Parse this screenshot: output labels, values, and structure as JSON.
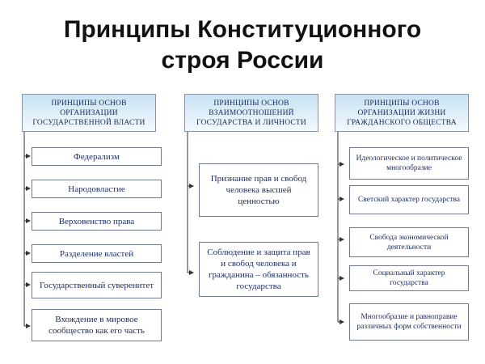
{
  "title": {
    "line1": "Принципы Конституционного",
    "line2": "строя России"
  },
  "columns": [
    {
      "header": "ПРИНЦИПЫ ОСНОВ ОРГАНИЗАЦИИ ГОСУДАРСТВЕННОЙ ВЛАСТИ",
      "items": [
        "Федерализм",
        "Народовластие",
        "Верховенство права",
        "Разделение властей",
        "Государственный суверенитет",
        "Вхождение в мировое сообщество как его часть"
      ]
    },
    {
      "header": "ПРИНЦИПЫ ОСНОВ ВЗАИМООТНОШЕНИЙ ГОСУДАРСТВА И ЛИЧНОСТИ",
      "items": [
        "Признание прав и свобод человека высшей ценностью",
        "Соблюдение и защита прав и свобод человека и гражданина – обязанность государства"
      ]
    },
    {
      "header": "ПРИНЦИПЫ ОСНОВ ОРГАНИЗАЦИИ ЖИЗНИ ГРАЖДАНСКОГО ОБЩЕСТВА",
      "items": [
        "Идеологическое и политическое многообразие",
        "Светский характер государства",
        "Свобода экономической деятельности",
        "Социальный характер государства",
        "Многообразие и равноправие различных форм собственности"
      ]
    }
  ]
}
